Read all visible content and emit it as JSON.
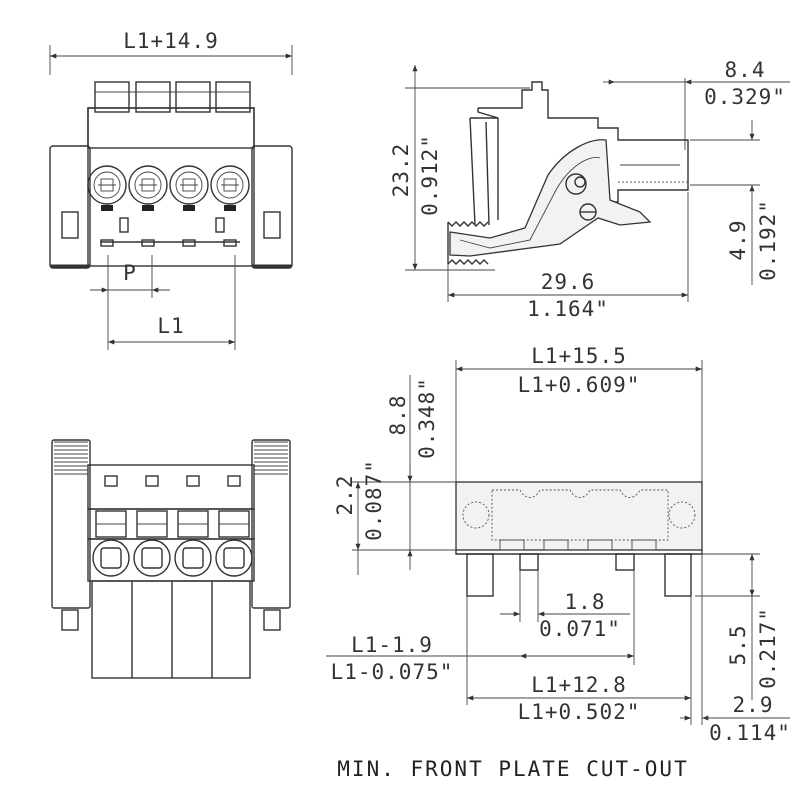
{
  "dimensions": {
    "front_width": "L1+14.9",
    "pitch": "P",
    "pitch_length": "L1",
    "side_height_mm": "23.2",
    "side_height_in": "0.912\"",
    "side_top_mm": "8.4",
    "side_top_in": "0.329\"",
    "side_depth_mm": "29.6",
    "side_depth_in": "1.164\"",
    "side_offset_mm": "4.9",
    "side_offset_in": "0.192\"",
    "cutout_width_mm": "L1+15.5",
    "cutout_width_in": "L1+0.609\"",
    "cutout_height_mm": "8.8",
    "cutout_height_in": "0.348\"",
    "cutout_top_mm": "2.2",
    "cutout_top_in": "0.087\"",
    "cutout_pin_mm": "1.8",
    "cutout_pin_in": "0.071\"",
    "cutout_left_mm": "L1-1.9",
    "cutout_left_in": "L1-0.075\"",
    "cutout_inner_mm": "L1+12.8",
    "cutout_inner_in": "L1+0.502\"",
    "cutout_leg_mm": "5.5",
    "cutout_leg_in": "0.217\"",
    "cutout_edge_mm": "2.9",
    "cutout_edge_in": "0.114\""
  },
  "caption": "MIN. FRONT PLATE CUT-OUT",
  "pole_count": 4
}
